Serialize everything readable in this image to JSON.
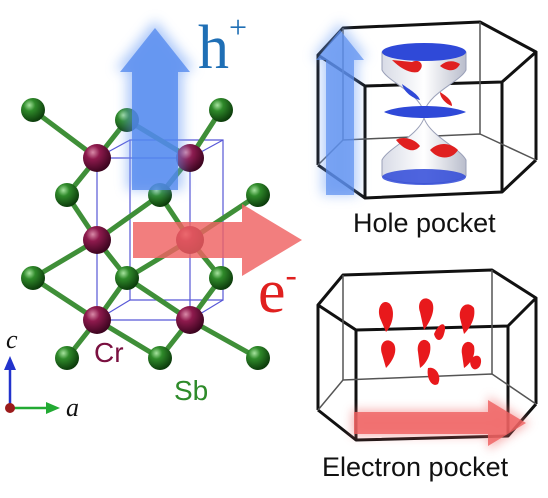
{
  "labels": {
    "hole_carrier": "h",
    "hole_sup": "+",
    "electron_carrier": "e",
    "electron_sup": "-",
    "hole_pocket": "Hole pocket",
    "electron_pocket": "Electron pocket",
    "element_cr": "Cr",
    "element_sb": "Sb",
    "axis_c": "c",
    "axis_a": "a"
  },
  "colors": {
    "hole_text": "#1f6fb5",
    "electron_text": "#e0201f",
    "blue_arrow": "#5b8ff0",
    "red_arrow": "#ee6b6b",
    "cr_atom": "#7a1040",
    "sb_atom": "#2e8b2a",
    "unit_cell": "#3b3bd0",
    "bz_edge": "#111111",
    "cr_label": "#7a1040",
    "sb_label": "#2e8b2a",
    "axis_c": "#2233cc",
    "axis_a": "#22aa33",
    "axis_origin": "#9b1b1b"
  }
}
